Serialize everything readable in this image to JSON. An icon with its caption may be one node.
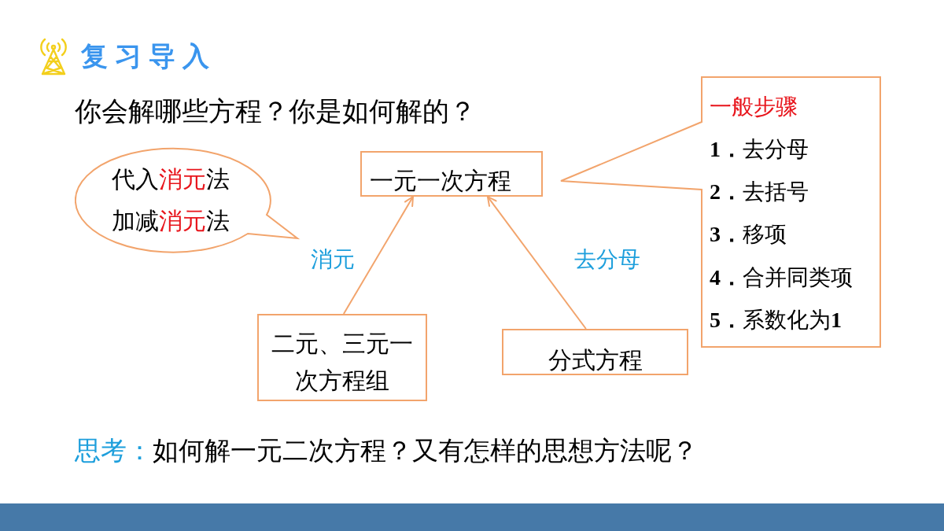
{
  "diagram": {
    "title": "复习导入",
    "nodes": [
      {
        "text": [
          "代入消元法",
          "加减消元法"
        ]
      },
      {
        "text": [
          "一元一次方程"
        ]
      },
      {
        "text": [
          "一般步骤",
          "**1．**去分母",
          "**2．**去括号",
          "**3．**移项",
          "**4．**合并同类项",
          "**5．**系数化为**1**"
        ]
      },
      {
        "text": [
          "二元、三元一次方程组"
        ]
      },
      {
        "text": [
          "分式方程"
        ]
      }
    ],
    "edges": [
      {
        "from": 3,
        "to": 1,
        "arrow": "to",
        "label": "消元"
      },
      {
        "from": 4,
        "to": 1,
        "arrow": "to",
        "label": "去分母"
      }
    ],
    "labels": [
      "你会解哪些方程？你是如何解的？",
      "思考：如何解一元二次方程？又有怎样的思想方法呢？"
    ]
  }
}
